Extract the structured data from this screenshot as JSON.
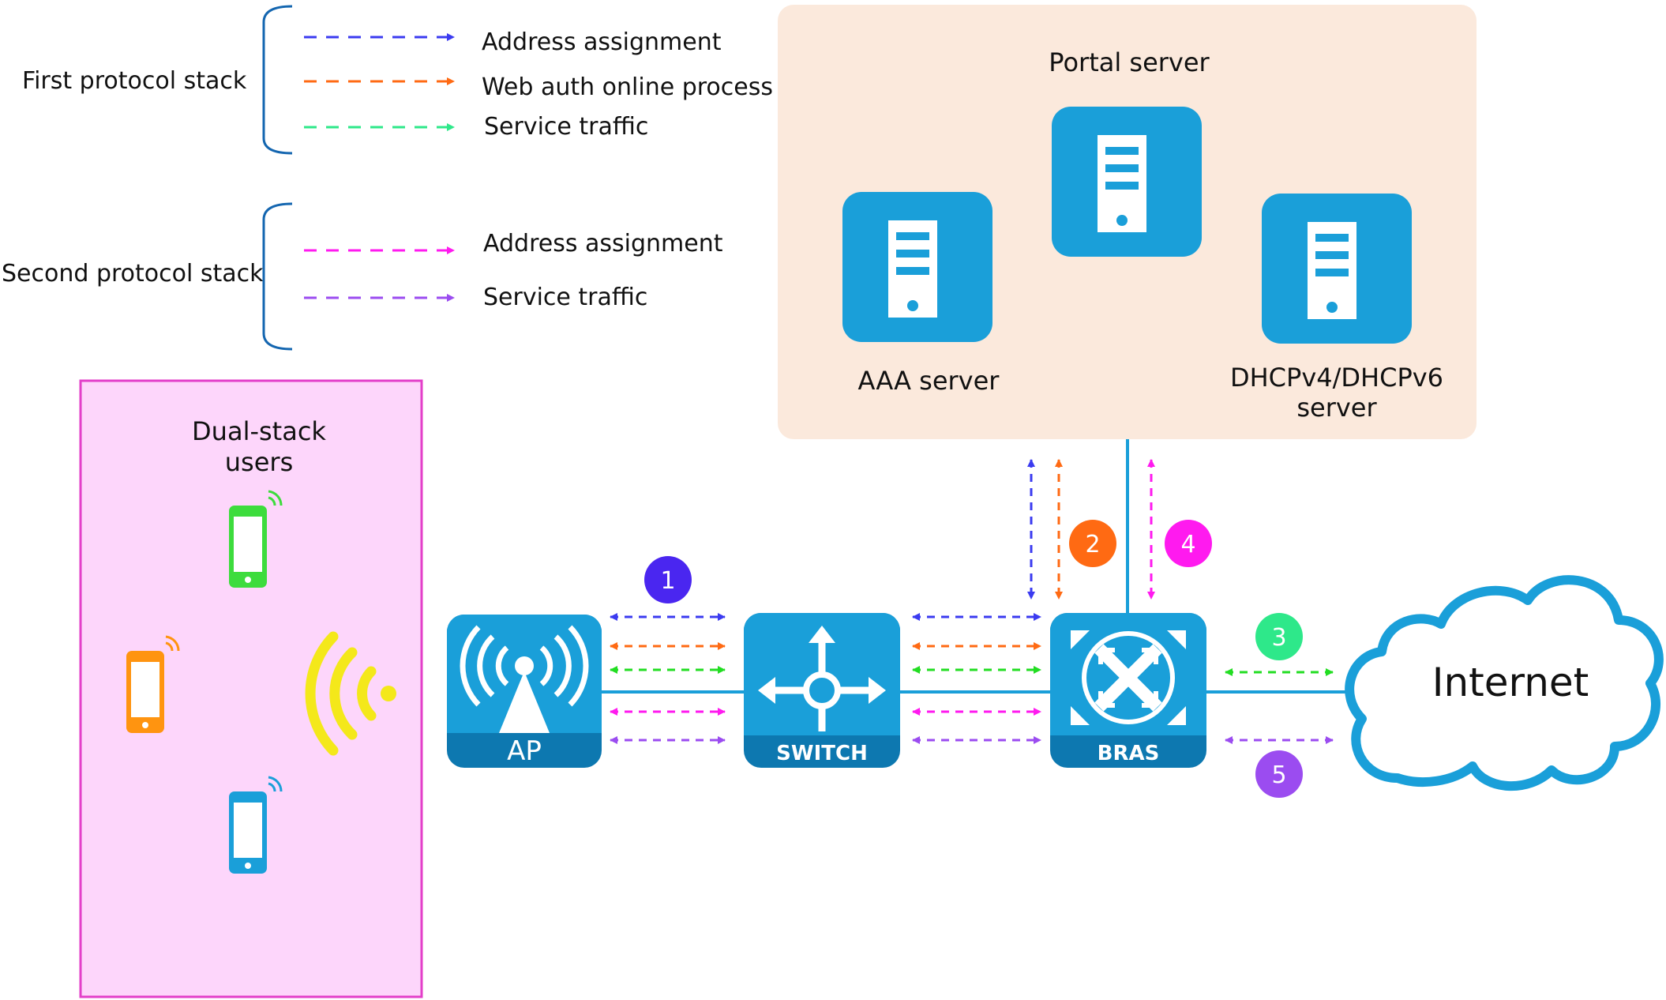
{
  "legend": {
    "first_stack": {
      "title": "First protocol stack",
      "items": [
        {
          "label": "Address assignment",
          "color": "#3b3bf0"
        },
        {
          "label": "Web auth online process",
          "color": "#ff6a13"
        },
        {
          "label": "Service traffic",
          "color": "#2ee88a"
        }
      ]
    },
    "second_stack": {
      "title": "Second protocol stack",
      "items": [
        {
          "label": "Address assignment",
          "color": "#ff1aef"
        },
        {
          "label": "Service traffic",
          "color": "#9b4cf0"
        }
      ]
    }
  },
  "portal_panel": {
    "title": "Portal server",
    "aaa_label": "AAA server",
    "dhcp_label_line1": "DHCPv4/DHCPv6",
    "dhcp_label_line2": "server"
  },
  "users_panel": {
    "title_line1": "Dual-stack",
    "title_line2": "users"
  },
  "devices": {
    "ap": "AP",
    "switch": "SWITCH",
    "bras": "BRAS",
    "cloud": "Internet"
  },
  "steps": [
    {
      "num": "1",
      "color": "#4a26f0"
    },
    {
      "num": "2",
      "color": "#ff6a13"
    },
    {
      "num": "3",
      "color": "#2ee88a"
    },
    {
      "num": "4",
      "color": "#ff1aef"
    },
    {
      "num": "5",
      "color": "#9b4cf0"
    }
  ],
  "colors": {
    "device_blue": "#1a9fd9",
    "device_dark": "#0d78b0",
    "link_line": "#1a9fd9",
    "portal_bg": "#fbe9dc",
    "users_bg": "#fdd6fb",
    "users_border": "#e33fc9",
    "brace": "#1466b0"
  },
  "icons": [
    "server-icon",
    "wifi-signal-icon",
    "phone-icon",
    "antenna-icon",
    "switch-arrows-icon",
    "bras-icon",
    "cloud-icon"
  ]
}
